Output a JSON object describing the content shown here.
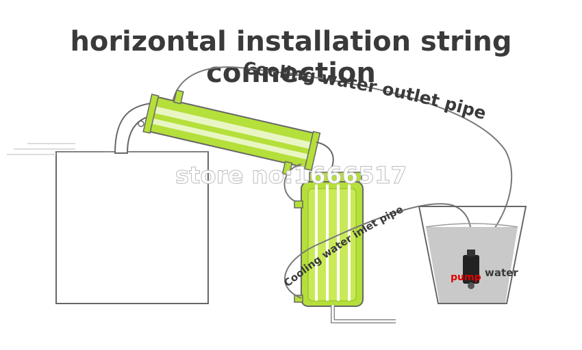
{
  "title": "horizontal installation string connection",
  "labels": {
    "outlet": "Cooling water outlet pipe",
    "inlet": "Cooling water inlet pipe",
    "pump": "pump",
    "water": "water",
    "watermark": "store no:1666517"
  },
  "colors": {
    "condenser": "#b5df3a",
    "condenser_dark": "#8fb824",
    "outline": "#666666",
    "water": "#c9c9c9",
    "text": "#3a3a3a",
    "pump_text": "#e00000"
  }
}
